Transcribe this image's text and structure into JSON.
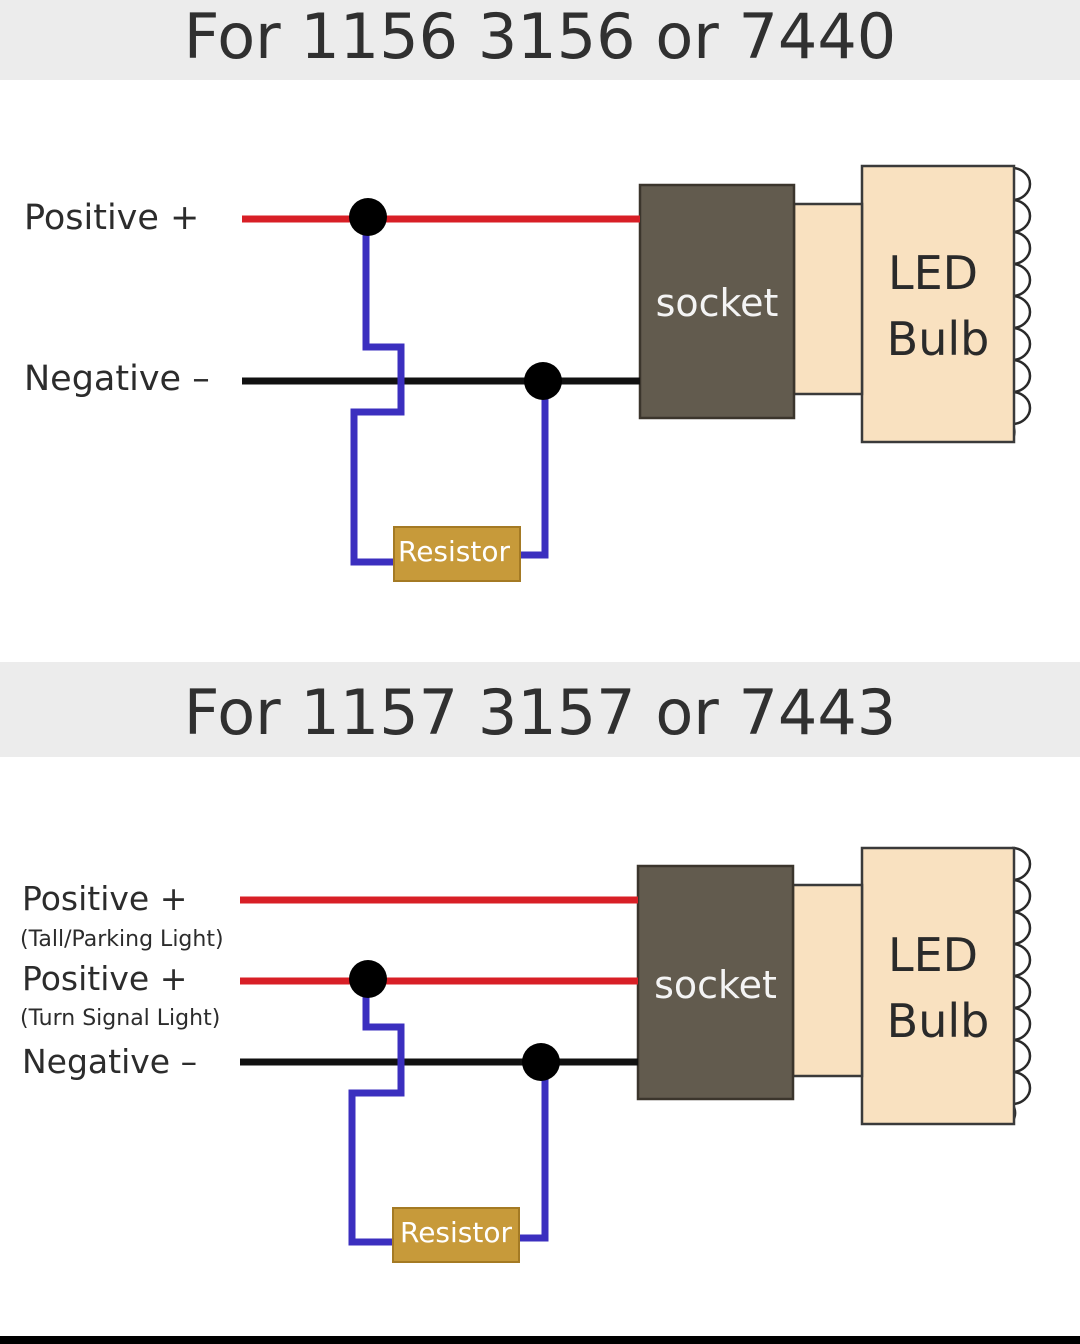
{
  "section1": {
    "title": "For 1156 3156 or 7440",
    "positive_label": "Positive +",
    "negative_label": "Negative –",
    "socket_label": "socket",
    "bulb_line1": "LED",
    "bulb_line2": "Bulb",
    "resistor_label": "Resistor"
  },
  "section2": {
    "title": "For 1157 3157 or 7443",
    "positive1_label": "Positive   +",
    "positive1_sub": "(Tall/Parking Light)",
    "positive2_label": "Positive   +",
    "positive2_sub": "(Turn Signal Light)",
    "negative_label": "Negative  –",
    "socket_label": "socket",
    "bulb_line1": "LED",
    "bulb_line2": "Bulb",
    "resistor_label": "Resistor"
  },
  "colors": {
    "positive_wire": "#d81f26",
    "negative_wire": "#111111",
    "resistor_lead": "#3b2fbf",
    "socket": "#625b4e",
    "bulb": "#f9e1c0",
    "resistor": "#c79a3a",
    "band": "#ececec"
  }
}
